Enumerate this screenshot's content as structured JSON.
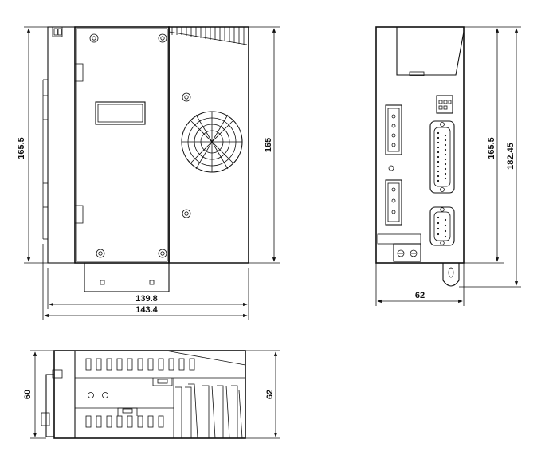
{
  "drawing": {
    "front_view": {
      "height_left": "165.5",
      "height_right": "165",
      "width_inner": "139.8",
      "width_outer": "143.4"
    },
    "side_view": {
      "height_inner": "165.5",
      "height_outer": "182.45",
      "depth": "62"
    },
    "bottom_view": {
      "height_left": "60",
      "height_right": "62"
    }
  }
}
